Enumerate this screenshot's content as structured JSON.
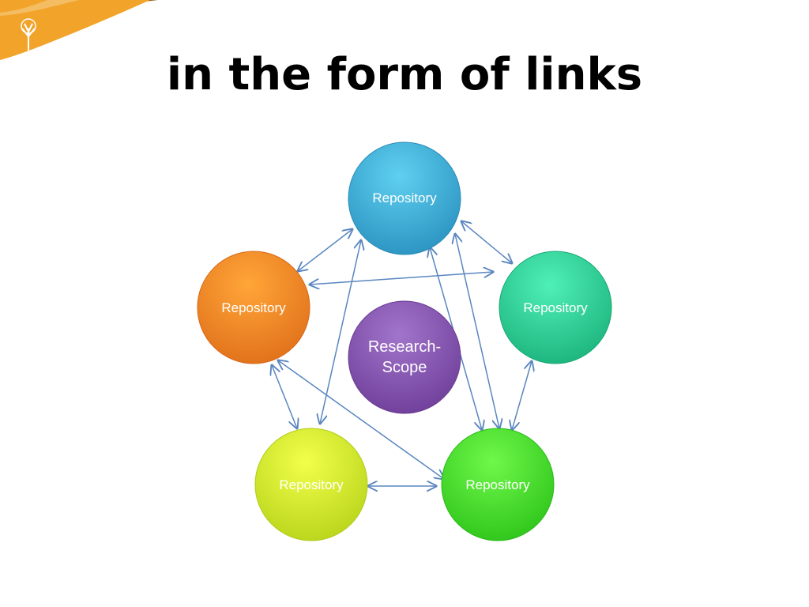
{
  "slide": {
    "title": "in the form of links"
  },
  "diagram": {
    "center": {
      "label_lines": [
        "Research-",
        "Scope"
      ]
    },
    "nodes": [
      {
        "label": "Repository"
      },
      {
        "label": "Repository"
      },
      {
        "label": "Repository"
      },
      {
        "label": "Repository"
      },
      {
        "label": "Repository"
      }
    ]
  },
  "colors": {
    "node_top": "#3bb6dc",
    "node_right": "#2bd39a",
    "node_bottom_right": "#46e82a",
    "node_bottom_left": "#d9ee22",
    "node_left": "#f28a20",
    "center": "#8b58b2",
    "connector": "#5a86c0",
    "deco_orange": "#f2a32a",
    "deco_brown": "#8a5a1e"
  }
}
